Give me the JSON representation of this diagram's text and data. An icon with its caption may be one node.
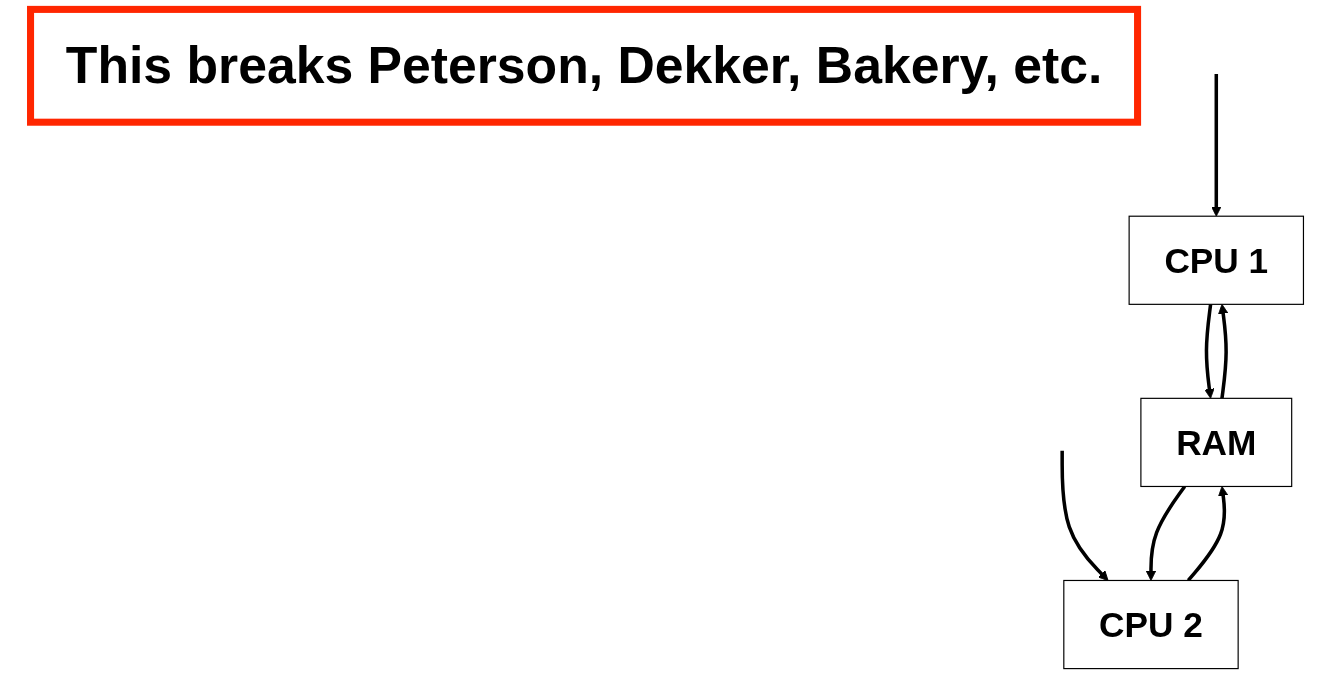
{
  "diagram": {
    "nodes": [
      {
        "text": [
          "CPU 1"
        ]
      },
      {
        "text": [
          "CPU 2"
        ]
      },
      {
        "text": [
          "This breaks Peterson, Dekker, Bakery, etc."
        ]
      },
      {
        "text": [
          "RAM"
        ]
      }
    ],
    "edges": [
      {
        "from": 0,
        "to": 3,
        "arrow": "to"
      },
      {
        "from": null,
        "to": 0,
        "arrow": "to"
      },
      {
        "from": 3,
        "to": 0,
        "arrow": "to"
      },
      {
        "from": 1,
        "to": 3,
        "arrow": "to"
      },
      {
        "from": null,
        "to": 1,
        "arrow": "to"
      },
      {
        "from": 3,
        "to": 1,
        "arrow": "to"
      }
    ]
  }
}
